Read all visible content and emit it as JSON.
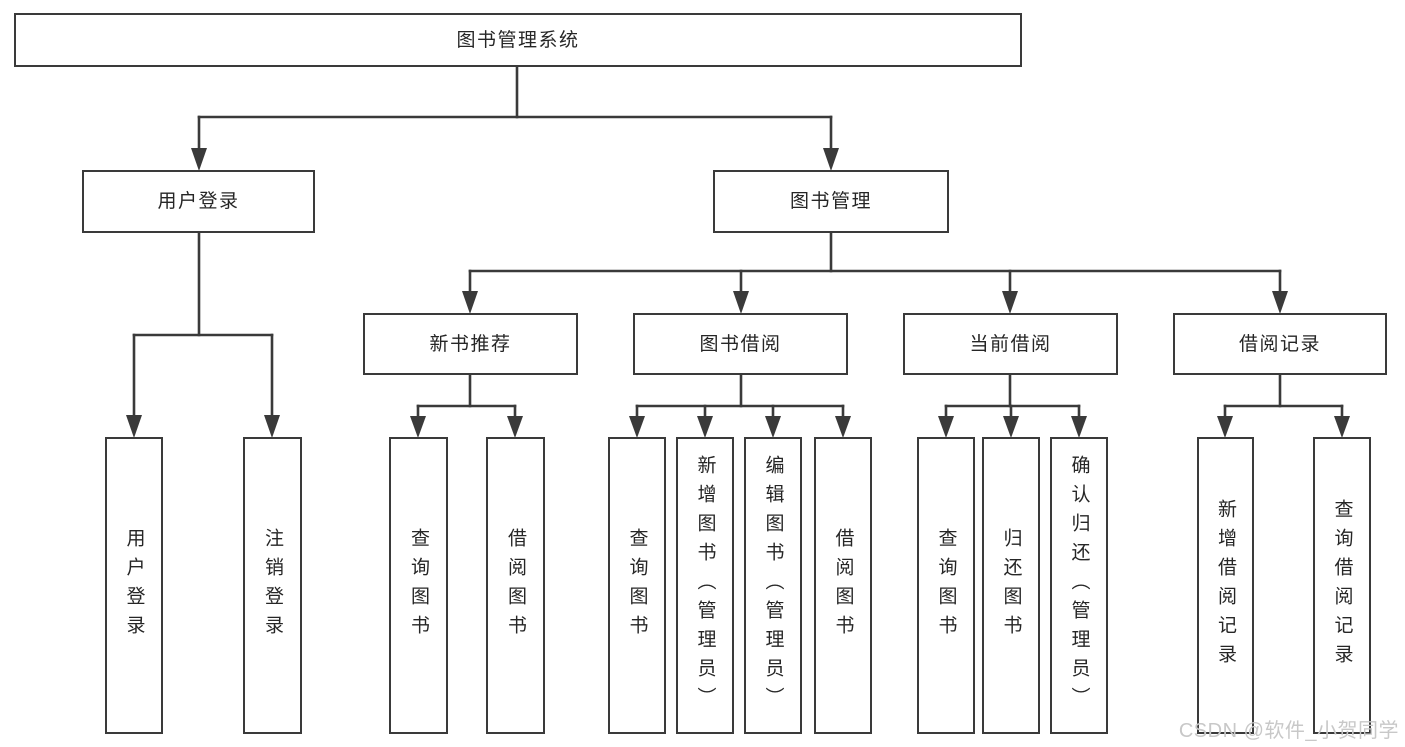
{
  "tree": {
    "label": "图书管理系统",
    "children": [
      {
        "label": "用户登录",
        "children": [
          {
            "label": "用户登录"
          },
          {
            "label": "注销登录"
          }
        ]
      },
      {
        "label": "图书管理",
        "children": [
          {
            "label": "新书推荐",
            "children": [
              {
                "label": "查询图书"
              },
              {
                "label": "借阅图书"
              }
            ]
          },
          {
            "label": "图书借阅",
            "children": [
              {
                "label": "查询图书"
              },
              {
                "label": "新增图书（管理员）"
              },
              {
                "label": "编辑图书（管理员）"
              },
              {
                "label": "借阅图书"
              }
            ]
          },
          {
            "label": "当前借阅",
            "children": [
              {
                "label": "查询图书"
              },
              {
                "label": "归还图书"
              },
              {
                "label": "确认归还（管理员）"
              }
            ]
          },
          {
            "label": "借阅记录",
            "children": [
              {
                "label": "新增借阅记录"
              },
              {
                "label": "查询借阅记录"
              }
            ]
          }
        ]
      }
    ]
  },
  "watermark": {
    "text": "CSDN @软件_小贺同学"
  },
  "colors": {
    "line": "#3a3a3a",
    "text": "#262626",
    "background": "#ffffff",
    "watermark": "#c8c8c8"
  }
}
